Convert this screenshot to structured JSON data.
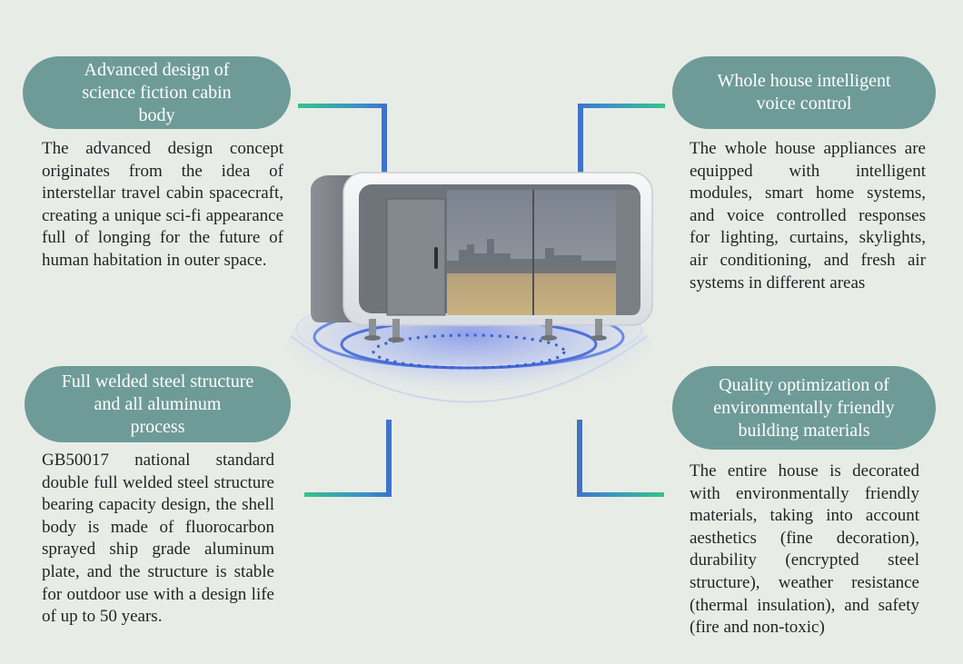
{
  "colors": {
    "background": "#e8ece6",
    "pill": "#6e9b98",
    "connector_blue": "#3f73c9",
    "connector_green": "#36c38c"
  },
  "features": {
    "top_left": {
      "title_lines": [
        "Advanced design of",
        "science fiction cabin",
        "body"
      ],
      "description": "The advanced design concept originates from the idea of interstellar travel cabin spacecraft, creating a unique sci-fi appearance full of longing for the future of human habitation in outer space."
    },
    "top_right": {
      "title_lines": [
        "Whole house intelligent",
        "voice control"
      ],
      "description": "The whole house appliances are equipped with intelligent modules, smart home systems, and voice controlled responses for lighting, curtains, skylights, air conditioning, and fresh air systems in different areas"
    },
    "bottom_left": {
      "title_lines": [
        "Full welded steel structure",
        "and all aluminum",
        "process"
      ],
      "description": "GB50017 national standard double full welded steel structure bearing capacity design, the shell body is made of fluorocarbon sprayed ship grade aluminum plate, and the structure is stable for outdoor use with a design life of up to 50 years."
    },
    "bottom_right": {
      "title_lines": [
        "Quality optimization of",
        "environmentally friendly",
        "building materials"
      ],
      "description": "The entire house is decorated with environmentally friendly materials, taking into account aesthetics (fine decoration), durability (encrypted steel structure), weather resistance (thermal insulation), and safety (fire and non-toxic)"
    }
  },
  "illustration": {
    "icon": "space-capsule-cabin-icon"
  }
}
